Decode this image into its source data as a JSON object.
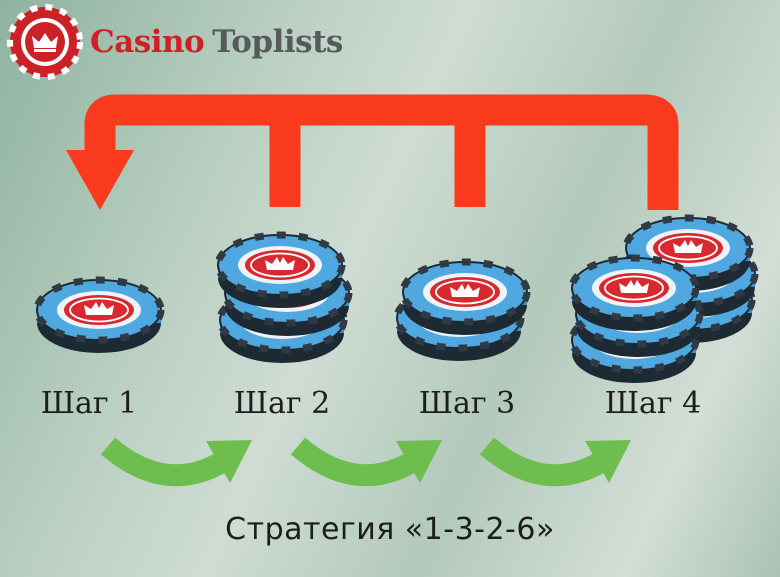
{
  "brand": {
    "name_part1": "Casino",
    "name_part2": "Toplists",
    "logo_icon": "casino-chip-crown-icon",
    "colors": {
      "red": "#cc2127",
      "gray": "#565a5c"
    }
  },
  "steps": [
    {
      "label": "Шаг 1",
      "chips": 1
    },
    {
      "label": "Шаг 2",
      "chips": 3
    },
    {
      "label": "Шаг 3",
      "chips": 2
    },
    {
      "label": "Шаг 4",
      "chips": 6
    }
  ],
  "caption": "Стратегия  «1-3-2-6»",
  "colors": {
    "return_arrow": "#fa3a1c",
    "progress_arrow": "#6dbd4f",
    "chip_blue": "#4fa8e0",
    "chip_dark": "#2f3a44",
    "chip_red": "#d7292f"
  }
}
